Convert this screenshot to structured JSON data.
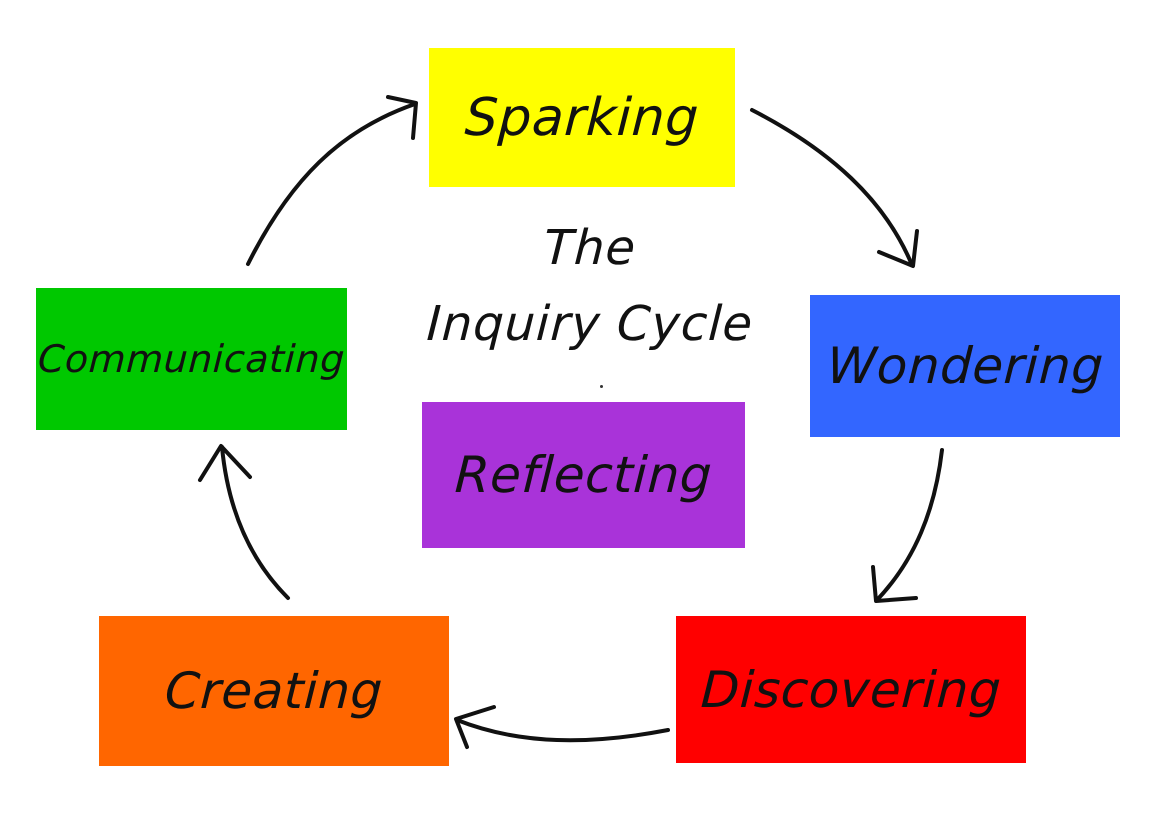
{
  "diagram": {
    "title_line1": "The",
    "title_line2": "Inquiry Cycle",
    "stages": {
      "sparking": {
        "label": "Sparking",
        "color": "#FFFF00"
      },
      "wondering": {
        "label": "Wondering",
        "color": "#3366FF"
      },
      "discovering": {
        "label": "Discovering",
        "color": "#FF0000"
      },
      "creating": {
        "label": "Creating",
        "color": "#FF6600"
      },
      "communicating": {
        "label": "Communicating",
        "color": "#00C800"
      },
      "reflecting": {
        "label": "Reflecting",
        "color": "#A933D9"
      }
    },
    "connections": [
      {
        "from": "sparking",
        "to": "wondering"
      },
      {
        "from": "wondering",
        "to": "discovering"
      },
      {
        "from": "discovering",
        "to": "creating"
      },
      {
        "from": "creating",
        "to": "communicating"
      },
      {
        "from": "communicating",
        "to": "sparking"
      }
    ]
  }
}
